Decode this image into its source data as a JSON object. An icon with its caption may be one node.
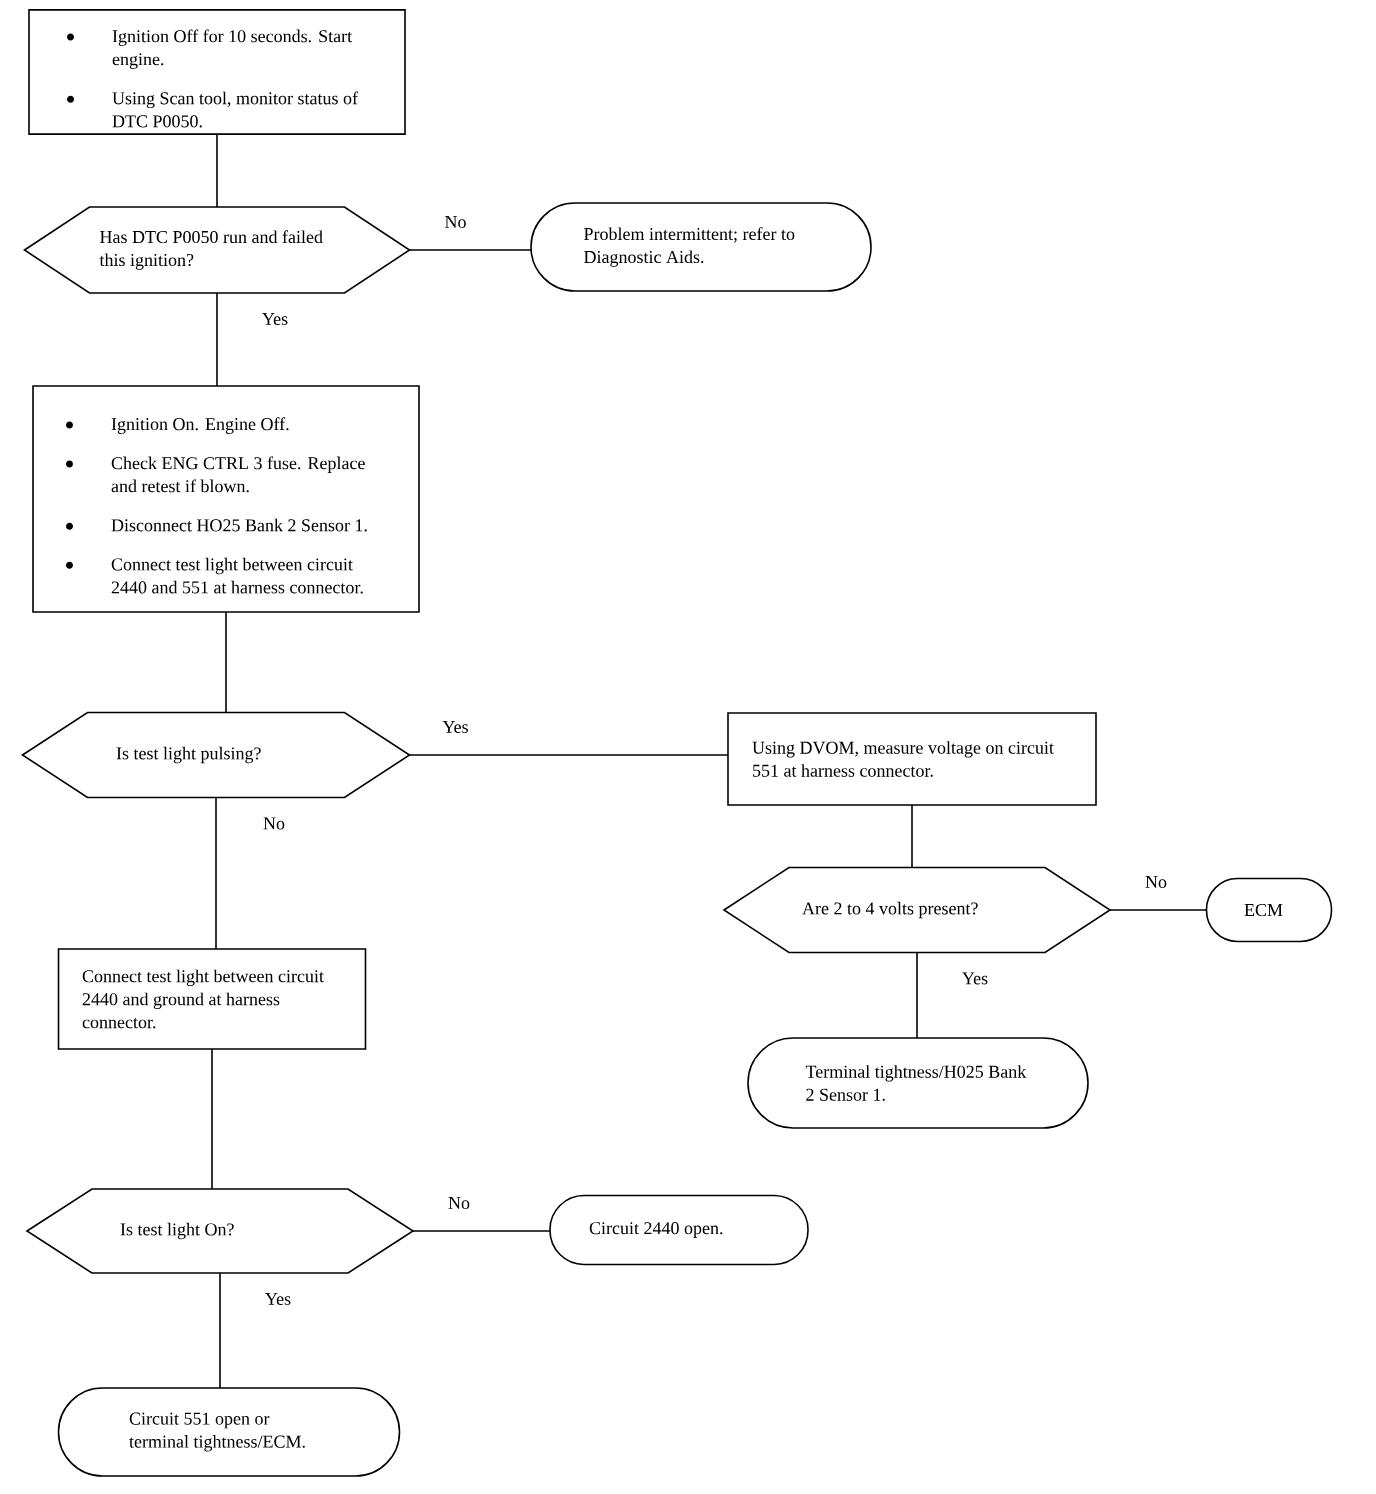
{
  "diagram": {
    "nodes": [
      {
        "text": [
          "Ignition Off for 10 seconds. Start engine.",
          "Using Scan tool, monitor status of DTC P0050."
        ]
      },
      {
        "text": [
          "Has DTC P0050 run and failed this ignition?"
        ]
      },
      {
        "text": [
          "Problem intermittent; refer to Diagnostic Aids."
        ]
      },
      {
        "text": [
          "Ignition On. Engine Off.",
          "Check ENG CTRL 3 fuse. Replace and retest if blown.",
          "Disconnect HO25 Bank 2 Sensor 1.",
          "Connect test light between circuit 2440 and 551 at harness connector."
        ]
      },
      {
        "text": [
          "Is test light pulsing?"
        ]
      },
      {
        "text": [
          "Using DVOM, measure voltage on circuit 551 at harness connector."
        ]
      },
      {
        "text": [
          "Are 2 to 4 volts present?"
        ]
      },
      {
        "text": [
          "ECM"
        ]
      },
      {
        "text": [
          "Terminal tightness/H025 Bank 2 Sensor 1."
        ]
      },
      {
        "text": [
          "Connect test light between circuit 2440 and ground at harness connector."
        ]
      },
      {
        "text": [
          "Is test light On?"
        ]
      },
      {
        "text": [
          "Circuit 2440 open."
        ]
      },
      {
        "text": [
          "Circuit 551 open or terminal tightness/ECM."
        ]
      }
    ],
    "edges": [
      {
        "from": 0,
        "to": 1,
        "arrow": "none"
      },
      {
        "from": 1,
        "to": 2,
        "arrow": "none",
        "label": "No"
      },
      {
        "from": 1,
        "to": 3,
        "arrow": "none",
        "label": "Yes"
      },
      {
        "from": 3,
        "to": 4,
        "arrow": "none"
      },
      {
        "from": 4,
        "to": 5,
        "arrow": "none",
        "label": "Yes"
      },
      {
        "from": 4,
        "to": 9,
        "arrow": "none",
        "label": "No"
      },
      {
        "from": 5,
        "to": 6,
        "arrow": "none"
      },
      {
        "from": 6,
        "to": 7,
        "arrow": "none",
        "label": "No"
      },
      {
        "from": 6,
        "to": 8,
        "arrow": "none",
        "label": "Yes"
      },
      {
        "from": 9,
        "to": 10,
        "arrow": "none"
      },
      {
        "from": 10,
        "to": 11,
        "arrow": "none",
        "label": "No"
      },
      {
        "from": 10,
        "to": 12,
        "arrow": "none",
        "label": "Yes"
      }
    ]
  }
}
